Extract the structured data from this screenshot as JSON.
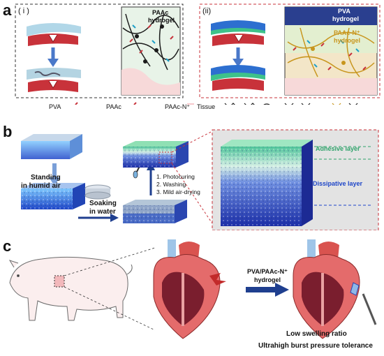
{
  "panel_a": {
    "label": "a",
    "sub_i": "( i )",
    "sub_ii": "(ii)",
    "box_i_title": [
      "PAAc",
      "hydrogel"
    ],
    "box_ii_title_1": [
      "PVA",
      "hydrogel"
    ],
    "box_ii_title_2": [
      "PAAc-N⁺",
      "hydrogel"
    ],
    "legend": {
      "pva": "PVA",
      "paac": "PAAc",
      "paacn": "PAAc-N⁺",
      "tissue": "Tissue"
    }
  },
  "panel_b": {
    "label": "b",
    "standing": [
      "Standing",
      "in humid air"
    ],
    "soaking": [
      "Soaking",
      "in water"
    ],
    "steps": [
      "1. Photocuring",
      "2. Washing",
      "3. Mild air-drying"
    ],
    "adhesive": "Adhesive layer",
    "dissipative": "Dissipative layer"
  },
  "panel_c": {
    "label": "c",
    "hydrogel": [
      "PVA/PAAc-N⁺",
      "hydrogel"
    ],
    "low_swelling": "Low swelling ratio",
    "burst": "Ultrahigh burst pressure tolerance"
  },
  "colors": {
    "tissue": "#c8323a",
    "pva": "#1f5fb4",
    "paac": "#1b1b1b",
    "paacn": "#c8961e",
    "gel": "#1e46c8",
    "adhesive": "#2fa36b"
  }
}
